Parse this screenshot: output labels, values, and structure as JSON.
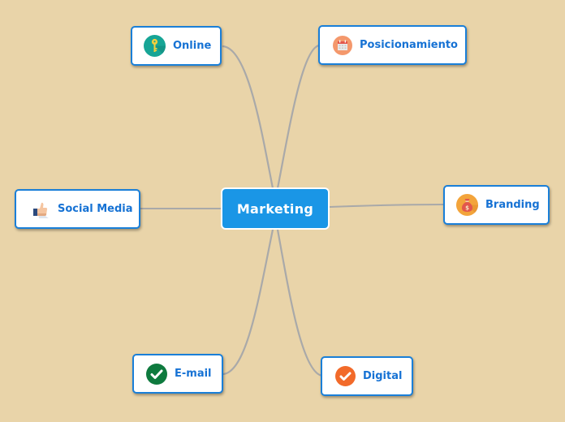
{
  "mindmap": {
    "background_color": "#e9d4a9",
    "root": {
      "label": "Marketing",
      "fill_color": "#1a96e6"
    },
    "branches": [
      {
        "id": "online",
        "label": "Online",
        "icon": "key-icon",
        "icon_color": "#17a596",
        "position": "top-left"
      },
      {
        "id": "posicionamiento",
        "label": "Posicionamiento",
        "icon": "calendar-icon",
        "icon_color": "#f4986c",
        "position": "top-right"
      },
      {
        "id": "social-media",
        "label": "Social Media",
        "icon": "thumbs-up-icon",
        "icon_color": "#ffffff",
        "position": "middle-left"
      },
      {
        "id": "branding",
        "label": "Branding",
        "icon": "money-bag-icon",
        "icon_color": "#f3a43b",
        "position": "middle-right"
      },
      {
        "id": "email",
        "label": "E-mail",
        "icon": "check-circle-icon",
        "icon_color": "#0e7a3e",
        "position": "bottom-left"
      },
      {
        "id": "digital",
        "label": "Digital",
        "icon": "check-circle-icon",
        "icon_color": "#f26a2a",
        "position": "bottom-right"
      }
    ],
    "link_color": "#a9a9a9",
    "node_border_color": "#1a7fd8",
    "node_text_color": "#1672d4"
  }
}
